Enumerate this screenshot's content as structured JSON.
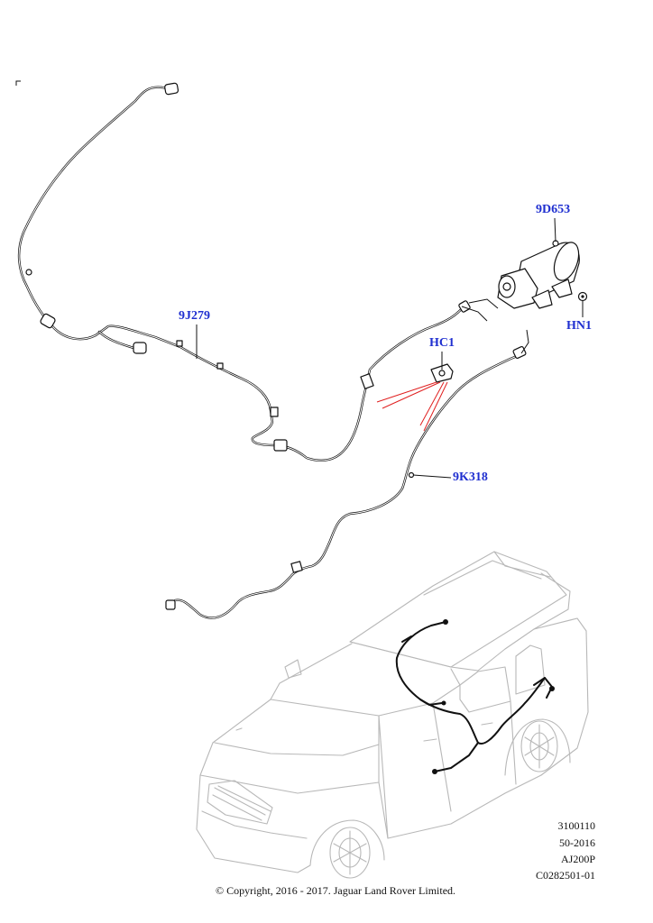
{
  "callouts": {
    "part_9d653": "9D653",
    "part_hn1": "HN1",
    "part_9j279": "9J279",
    "part_hc1": "HC1",
    "part_9k318": "9K318"
  },
  "reference": {
    "line1": "3100110",
    "line2": "50-2016",
    "line3": "AJ200P",
    "line4": "C0282501-01"
  },
  "copyright": "© Copyright, 2016 - 2017. Jaguar Land Rover Limited.",
  "colors": {
    "callout": "#1f2fd0",
    "leader": "#e02020",
    "linework": "#111111",
    "vehicle_outline": "#b8b8b8"
  }
}
